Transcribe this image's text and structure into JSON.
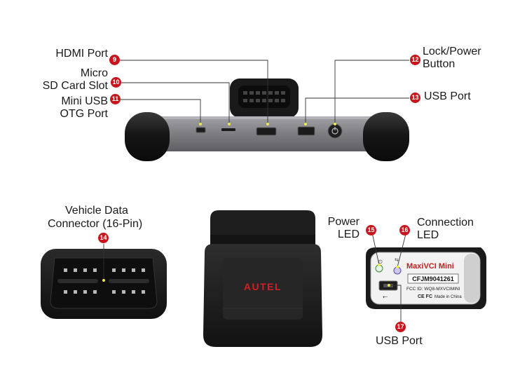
{
  "callouts": {
    "hdmi": {
      "num": "9",
      "label": "HDMI Port"
    },
    "sd": {
      "num": "10",
      "line1": "Micro",
      "line2": "SD Card Slot"
    },
    "miniusb": {
      "num": "11",
      "line1": "Mini USB",
      "line2": "OTG Port"
    },
    "lock": {
      "num": "12",
      "line1": "Lock/Power",
      "line2": "Button"
    },
    "usb_top": {
      "num": "13",
      "label": "USB Port"
    },
    "vdc": {
      "num": "14",
      "line1": "Vehicle Data",
      "line2": "Connector (16-Pin)"
    },
    "power_led": {
      "num": "15",
      "line1": "Power",
      "line2": "LED"
    },
    "conn_led": {
      "num": "16",
      "line1": "Connection",
      "line2": "LED"
    },
    "usb_bottom": {
      "num": "17",
      "label": "USB Port"
    }
  },
  "device": {
    "brand": "AUTEL",
    "label_title": "MaxiVCI Mini",
    "serial": "CFJM9041261",
    "fcc": "FCC ID: WQ8-MXVCIMINI",
    "made_in": "Made in China",
    "marks": "CE FC"
  },
  "colors": {
    "badge": "#c8161d",
    "brand_red": "#d32020",
    "body_dark": "#1c1c1c",
    "panel_gray": "#8a8a8e"
  }
}
